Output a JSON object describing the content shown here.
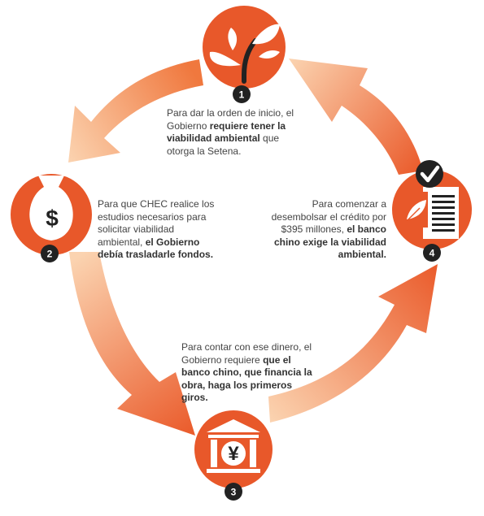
{
  "colors": {
    "accent": "#e8582a",
    "accent_light": "#f7c9a3",
    "dark": "#222222",
    "text": "#444444"
  },
  "steps": [
    {
      "number": "1",
      "icon": "sprout-icon",
      "text_normal_1": "Para dar la orden de inicio, el Gobierno ",
      "text_bold_1": "requiere tener la viabilidad ambiental",
      "text_normal_2": " que otorga la Setena.",
      "text_bold_2": ""
    },
    {
      "number": "2",
      "icon": "money-bag-icon",
      "symbol": "$",
      "text_normal_1": "Para que CHEC realice los estudios necesarios para solicitar viabilidad ambiental, ",
      "text_bold_1": "el Gobierno debía trasladarle fondos.",
      "text_normal_2": "",
      "text_bold_2": ""
    },
    {
      "number": "3",
      "icon": "bank-yen-icon",
      "symbol": "¥",
      "text_normal_1": "Para contar con ese dinero, el Gobierno requiere ",
      "text_bold_1": "que el banco chino, que financia la obra, haga los primeros giros.",
      "text_normal_2": "",
      "text_bold_2": ""
    },
    {
      "number": "4",
      "icon": "approved-document-icon",
      "text_normal_1": "Para comenzar a desembolsar el crédito por $395 millones, ",
      "text_bold_1": "el banco chino exige  la viabilidad ambiental.",
      "text_normal_2": "",
      "text_bold_2": ""
    }
  ]
}
